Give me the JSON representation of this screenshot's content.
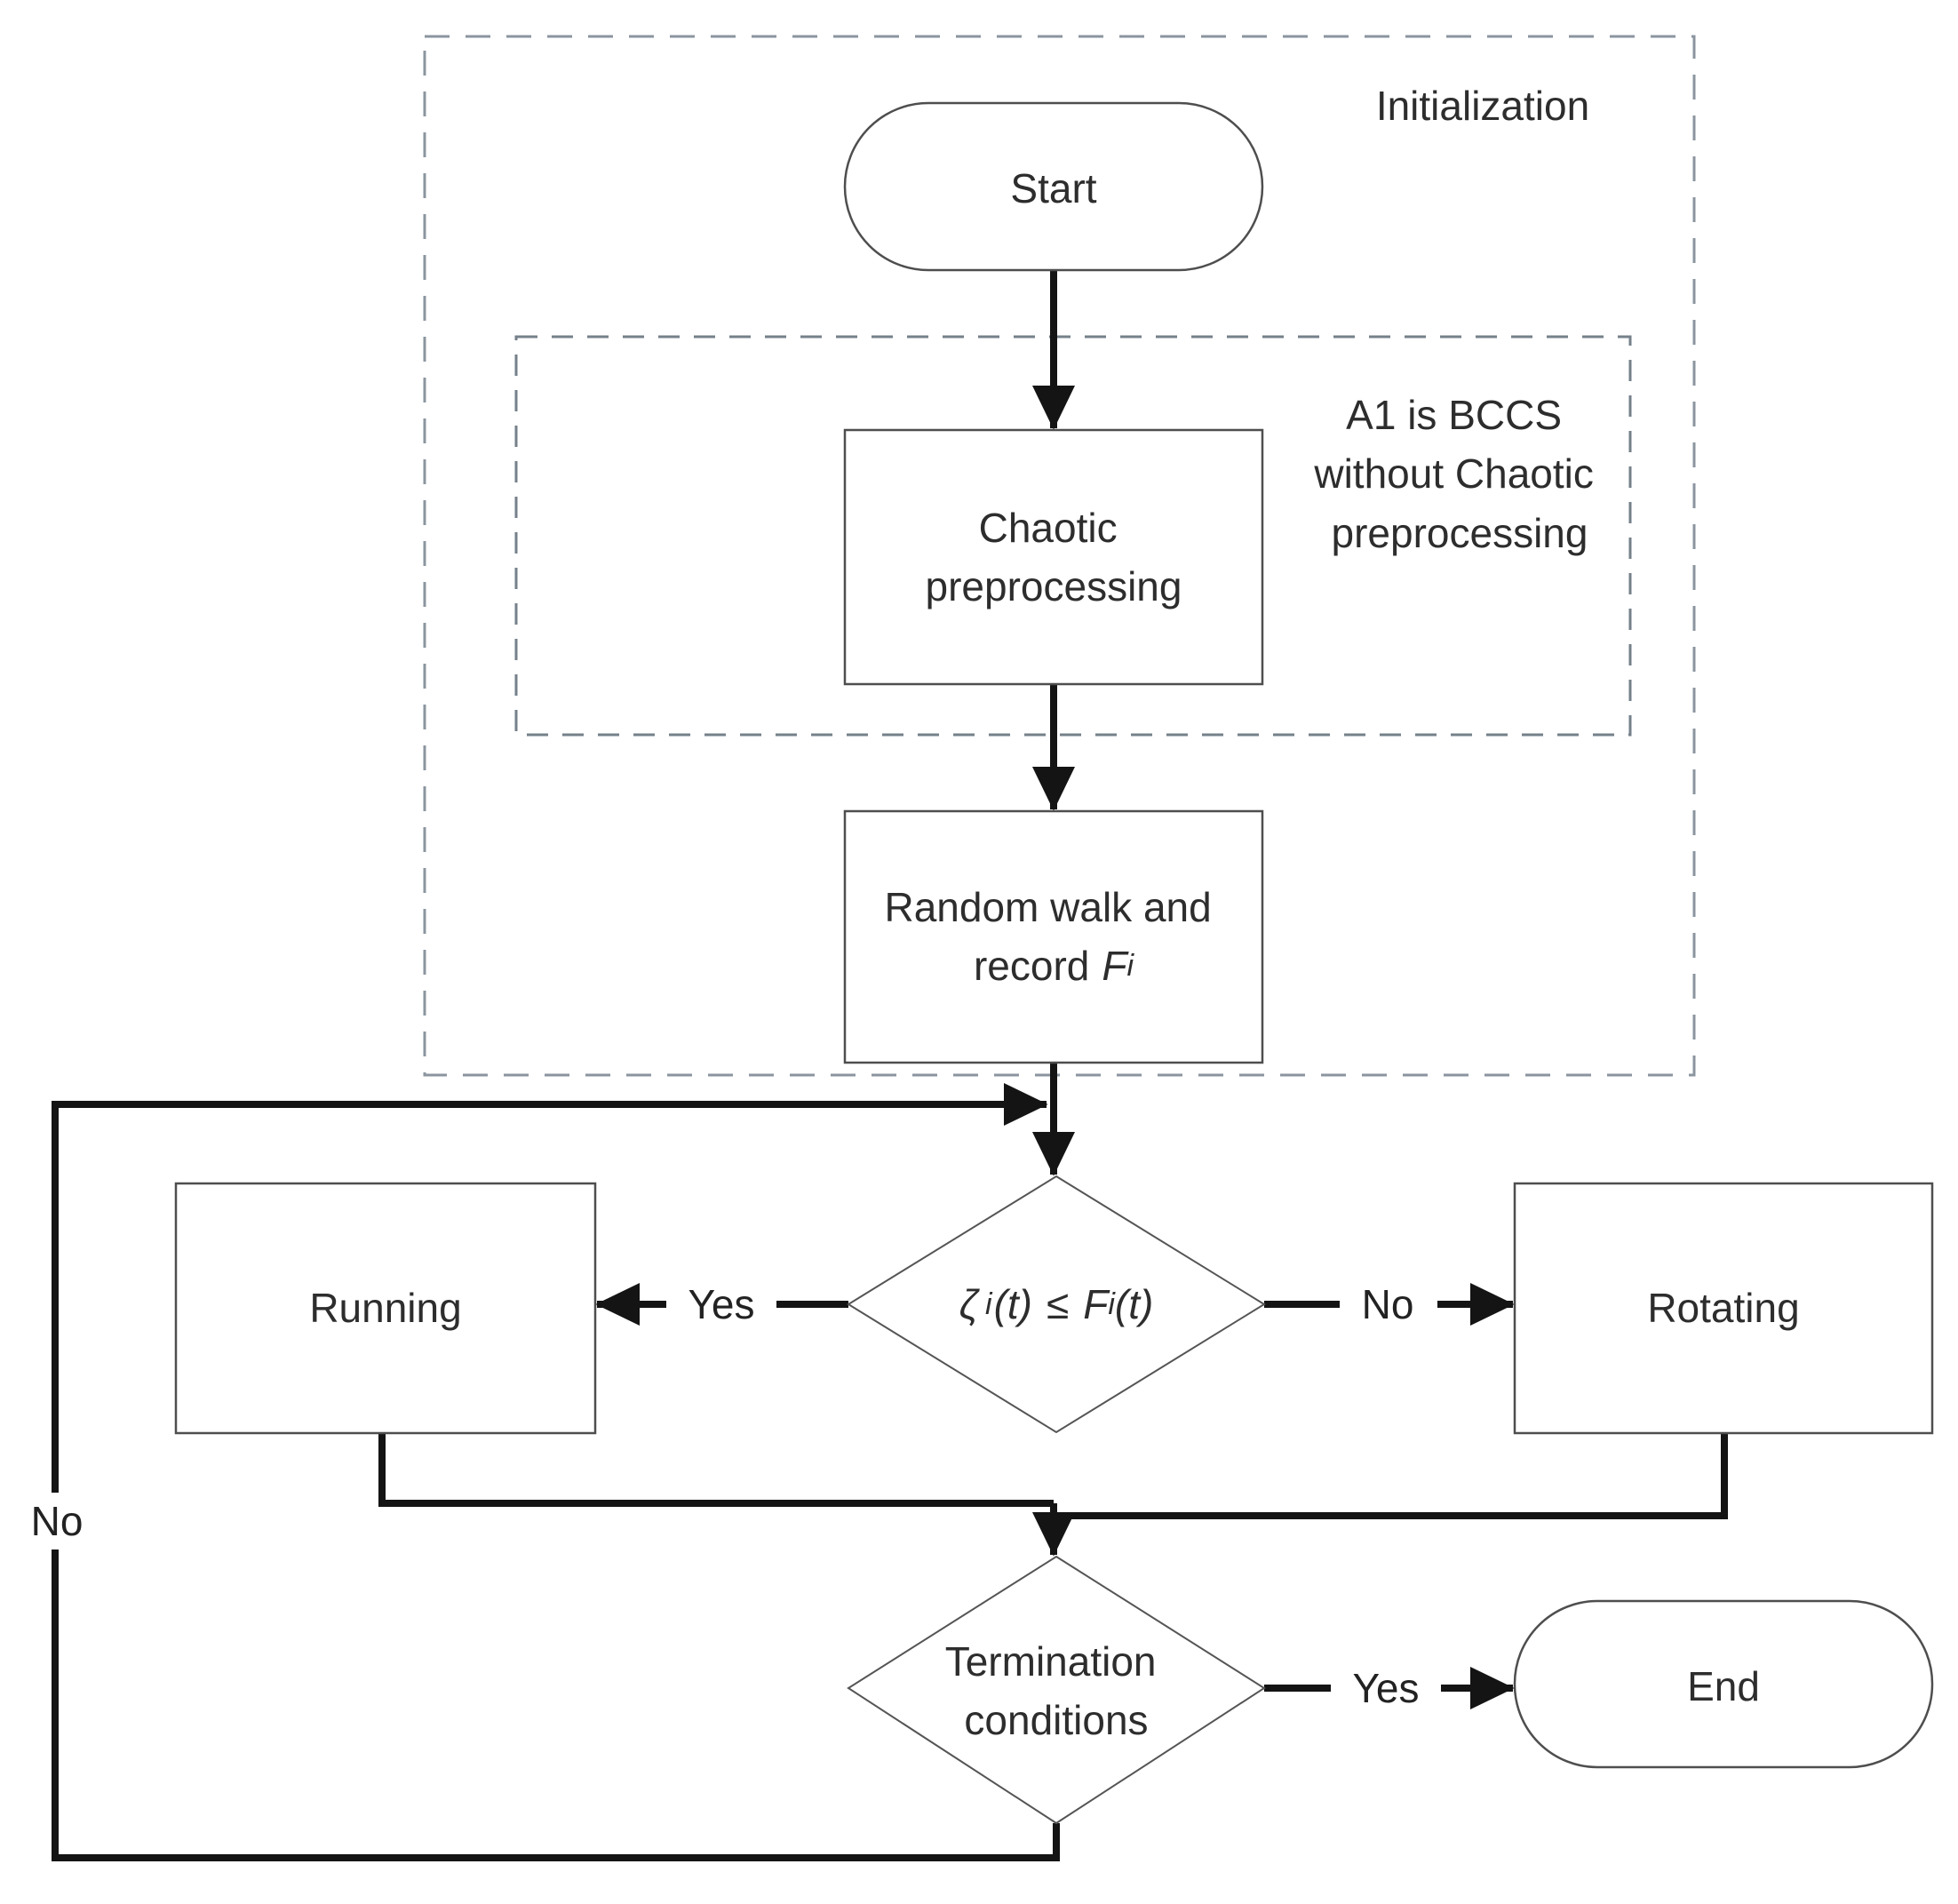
{
  "figure": {
    "type": "flowchart",
    "description": "Flowchart of BCCS algorithm with chaotic preprocessing initialization"
  },
  "regions": {
    "initialization_label": "Initialization",
    "note_line1": "A1 is BCCS",
    "note_line2": "without Chaotic",
    "note_line3": "preprocessing"
  },
  "nodes": {
    "start": {
      "label": "Start"
    },
    "chaotic": {
      "line1": "Chaotic",
      "line2": "preprocessing"
    },
    "random_walk": {
      "line1": "Random walk and",
      "line2_word": "record",
      "var": "F",
      "var_sub": "i"
    },
    "fitness_check": {
      "zeta": "ζ",
      "zeta_sub": "i",
      "arg1": "(t)",
      "operator": "≤",
      "f_var": "F",
      "f_sub": "i",
      "arg2": "(t)"
    },
    "running": {
      "label": "Running"
    },
    "rotating": {
      "label": "Rotating"
    },
    "termination": {
      "line1": "Termination",
      "line2": "conditions"
    },
    "end": {
      "label": "End"
    }
  },
  "edges": {
    "fitness_yes": "Yes",
    "fitness_no": "No",
    "termination_yes": "Yes",
    "loop_no": "No"
  },
  "colors": {
    "flow_line": "#141414",
    "node_border": "#4e4e4e",
    "outer_dashed_border": "#8b959f",
    "inner_dashed_border": "#75808a",
    "text": "#2d2d2d",
    "node_fill": "#ffffff",
    "background": "#ffffff"
  }
}
